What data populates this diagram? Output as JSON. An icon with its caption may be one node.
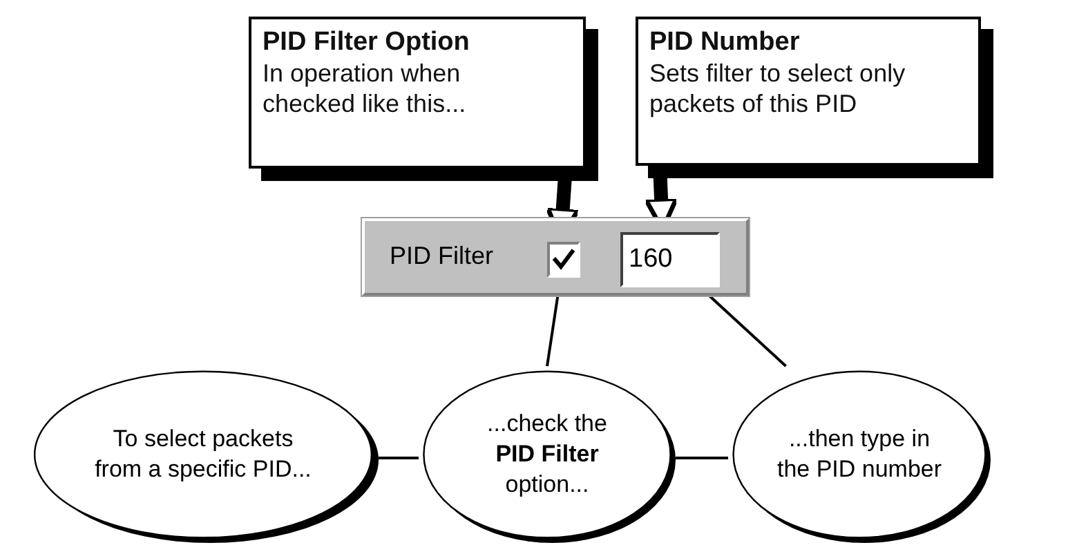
{
  "diagram": {
    "nodes": [
      {
        "text": [
          "PID Filter Option",
          "In operation when checked like this..."
        ]
      },
      {
        "text": [
          "PID Number",
          "Sets filter to select only packets of this PID"
        ]
      },
      {
        "text": [
          "PID Filter"
        ]
      },
      {
        "text": [],
        "shape": "box",
        "in": 2
      },
      {
        "text": [
          "160"
        ],
        "in": 2
      },
      {
        "text": [
          "To select packets from a specific PID..."
        ]
      },
      {
        "text": [
          "...check the **PID Filter** option..."
        ]
      },
      {
        "text": [
          "...then type in the PID number"
        ]
      }
    ],
    "edges": [
      {
        "from": 0,
        "to": 3,
        "arrow": "to",
        "style": "thick"
      },
      {
        "from": 1,
        "to": 4,
        "arrow": "to",
        "style": "thick"
      },
      {
        "from": 6,
        "to": 3,
        "arrow": "none"
      },
      {
        "from": 7,
        "to": 4,
        "arrow": "none"
      },
      {
        "from": 5,
        "to": 6,
        "arrow": "none"
      },
      {
        "from": 6,
        "to": 7,
        "arrow": "none"
      }
    ]
  }
}
